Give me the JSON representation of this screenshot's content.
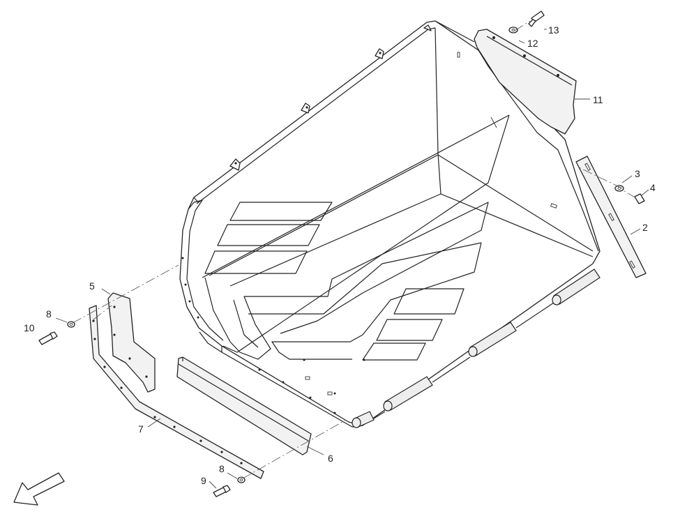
{
  "callouts": [
    {
      "id": "13",
      "label": "13"
    },
    {
      "id": "12",
      "label": "12"
    },
    {
      "id": "11",
      "label": "11"
    },
    {
      "id": "3",
      "label": "3"
    },
    {
      "id": "4",
      "label": "4"
    },
    {
      "id": "2",
      "label": "2"
    },
    {
      "id": "5",
      "label": "5"
    },
    {
      "id": "8a",
      "label": "8"
    },
    {
      "id": "10",
      "label": "10"
    },
    {
      "id": "7",
      "label": "7"
    },
    {
      "id": "6",
      "label": "6"
    },
    {
      "id": "8b",
      "label": "8"
    },
    {
      "id": "9",
      "label": "9"
    }
  ],
  "icons": {
    "direction": "arrow-icon"
  }
}
